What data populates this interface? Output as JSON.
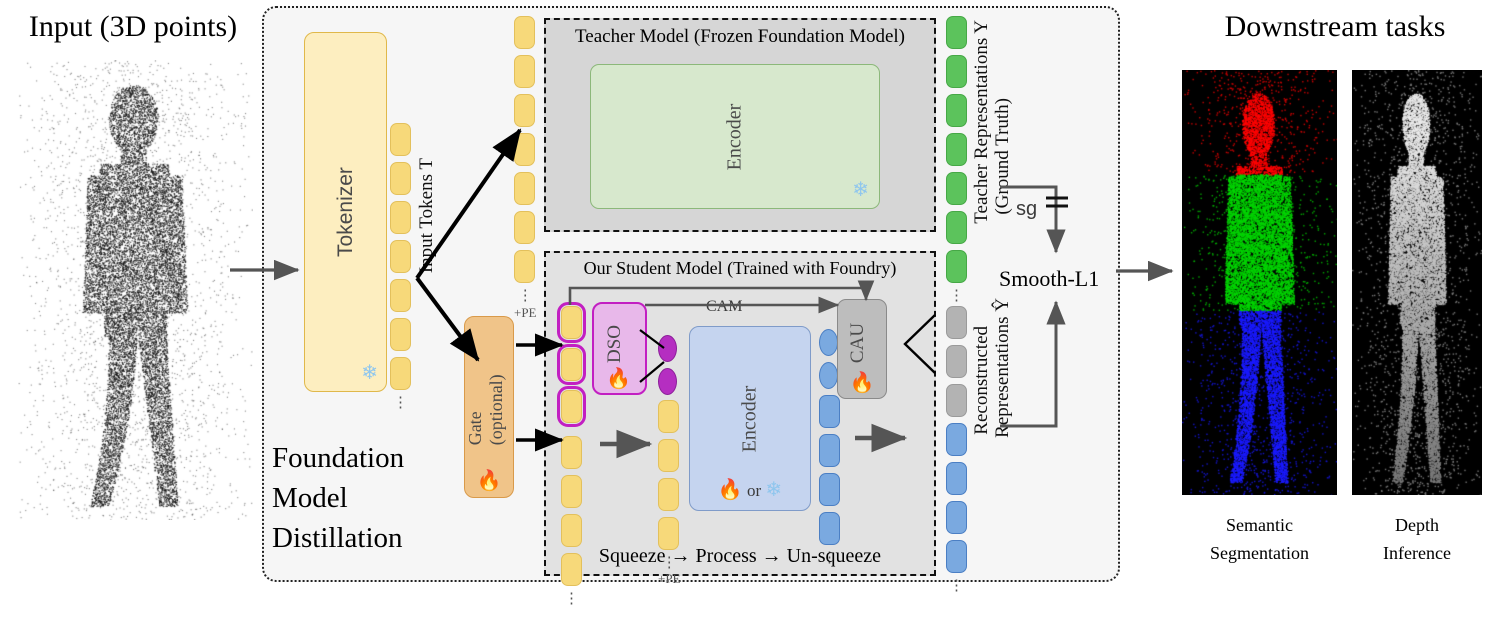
{
  "input": {
    "title": "Input (3D points)",
    "image_name": "point-cloud-person"
  },
  "pipeline": {
    "tokenizer": {
      "label": "Tokenizer",
      "state_icon": "snowflake-icon",
      "state": "frozen"
    },
    "input_tokens_label": "Input Tokens T",
    "pe_label": "+PE",
    "dots": "⋮",
    "teacher": {
      "title": "Teacher Model (Frozen Foundation Model)",
      "encoder_label": "Encoder",
      "state_icon": "snowflake-icon",
      "state": "frozen"
    },
    "student": {
      "title": "Our Student Model (Trained with Foundry)",
      "dso_label": "DSO",
      "dso_state_icon": "fire-icon",
      "cam_label": "CAM",
      "cau_label": "CAU",
      "cau_state_icon": "fire-icon",
      "encoder_label": "Encoder",
      "encoder_state": "🔥 or ❄",
      "encoder_or": "or",
      "bottom_flow": "Squeeze  →  Process  →  Un-squeeze"
    },
    "gate": {
      "label": "Gate (optional)",
      "state_icon": "fire-icon"
    },
    "fmd_text": [
      "Foundation",
      "Model",
      "Distillation"
    ],
    "teacher_representations_label": [
      "Teacher Representations Y",
      "(Ground Truth)"
    ],
    "reconstructed_label": [
      "Reconstructed",
      "Representations Ŷ"
    ],
    "stop_gradient_label": "sg",
    "loss_label": "Smooth-L1"
  },
  "downstream": {
    "title": "Downstream tasks",
    "items": [
      {
        "caption_line1": "Semantic",
        "caption_line2": "Segmentation",
        "image_name": "segmentation-thumbnail"
      },
      {
        "caption_line1": "Depth",
        "caption_line2": "Inference",
        "image_name": "depth-thumbnail"
      }
    ]
  },
  "colors": {
    "token_yellow": "#f7d97a",
    "token_green": "#5cc35c",
    "token_blue": "#7aa9e0",
    "token_gray": "#b3b3b3",
    "dso_purple": "#c21fc2",
    "teacher_encoder_green": "#d7e8cd",
    "student_encoder_blue": "#c5d4ef",
    "gate_orange": "#f0c489",
    "tokenizer_yellow": "#fdeec0",
    "seg_red": "#ff0000",
    "seg_green": "#00d400",
    "seg_blue": "#1a1aff"
  },
  "counts": {
    "input_tokens": 7,
    "teacher_input_tokens": 7,
    "teacher_output_tokens": 7,
    "student_boxed_tokens": 3,
    "student_plain_tokens": 4,
    "student_pe_tokens": 4,
    "student_blue_narrow": 2,
    "student_blue_wide": 4,
    "output_gray_tokens": 3,
    "output_blue_tokens": 4
  }
}
